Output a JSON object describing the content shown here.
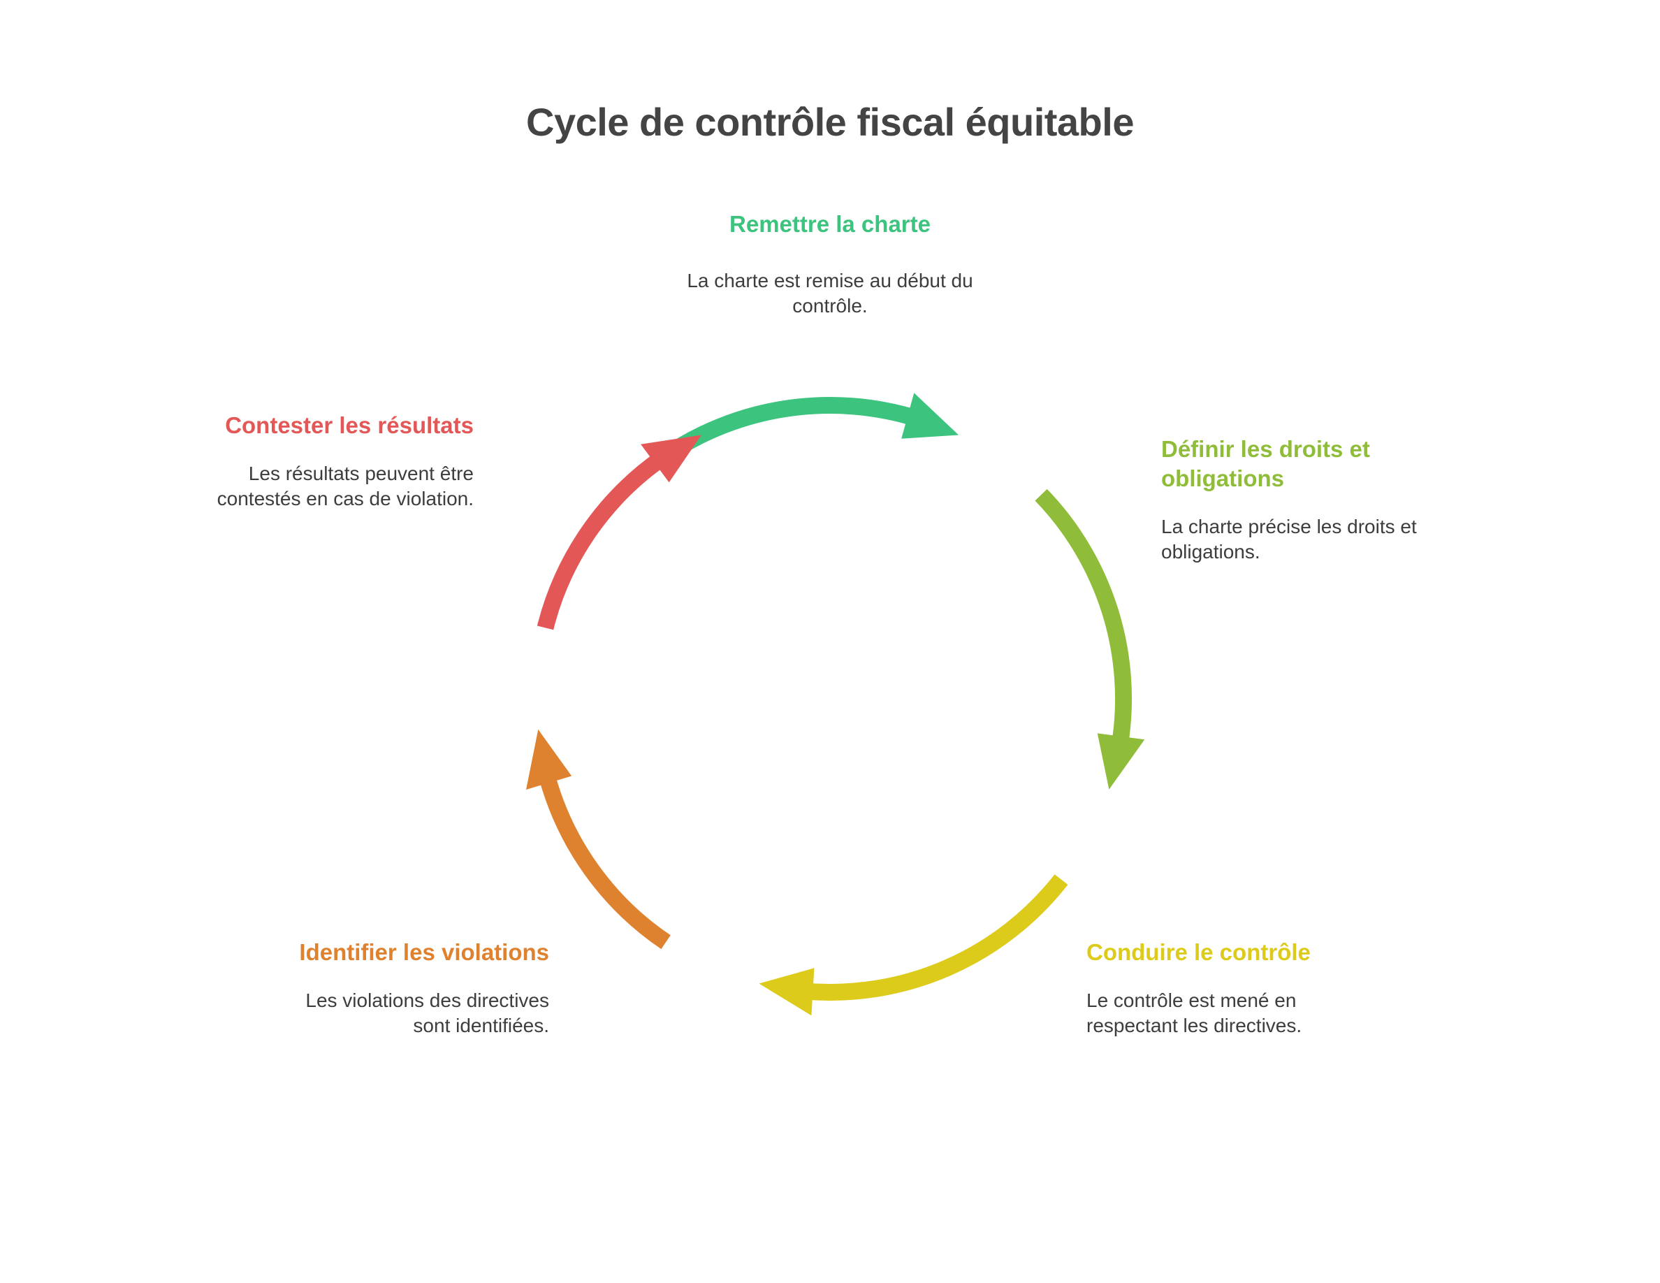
{
  "title": "Cycle de contrôle fiscal équitable",
  "steps": [
    {
      "heading": "Remettre la charte",
      "description": "La charte est remise au début du contrôle.",
      "color": "#3cc47f"
    },
    {
      "heading": "Définir les droits et obligations",
      "description": "La charte précise les droits et obligations.",
      "color": "#8fbd3a"
    },
    {
      "heading": "Conduire le contrôle",
      "description": "Le contrôle est mené en respectant les directives.",
      "color": "#dccb1a"
    },
    {
      "heading": "Identifier les violations",
      "description": "Les violations des directives sont identifiées.",
      "color": "#df8230"
    },
    {
      "heading": "Contester les résultats",
      "description": "Les résultats peuvent être contestés en cas de violation.",
      "color": "#e35757"
    }
  ]
}
